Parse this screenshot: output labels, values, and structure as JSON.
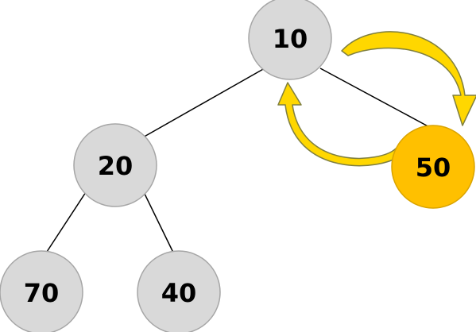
{
  "tree": {
    "nodes": [
      {
        "id": "n10",
        "label": "10",
        "highlighted": false
      },
      {
        "id": "n20",
        "label": "20",
        "highlighted": false
      },
      {
        "id": "n50",
        "label": "50",
        "highlighted": true
      },
      {
        "id": "n70",
        "label": "70",
        "highlighted": false
      },
      {
        "id": "n40",
        "label": "40",
        "highlighted": false
      }
    ],
    "edges": [
      {
        "from": "n10",
        "to": "n20"
      },
      {
        "from": "n10",
        "to": "n50"
      },
      {
        "from": "n20",
        "to": "n70"
      },
      {
        "from": "n20",
        "to": "n40"
      }
    ],
    "swap_arrows": [
      {
        "from": "n10",
        "to": "n50"
      },
      {
        "from": "n50",
        "to": "n10"
      }
    ]
  },
  "colors": {
    "node_fill": "#d9d9d9",
    "node_stroke": "#a6a6a6",
    "highlight_fill": "#ffc000",
    "highlight_stroke": "#d9a300",
    "edge": "#000000",
    "arrow_fill": "#ffd700",
    "arrow_stroke": "#7f7f3f"
  }
}
